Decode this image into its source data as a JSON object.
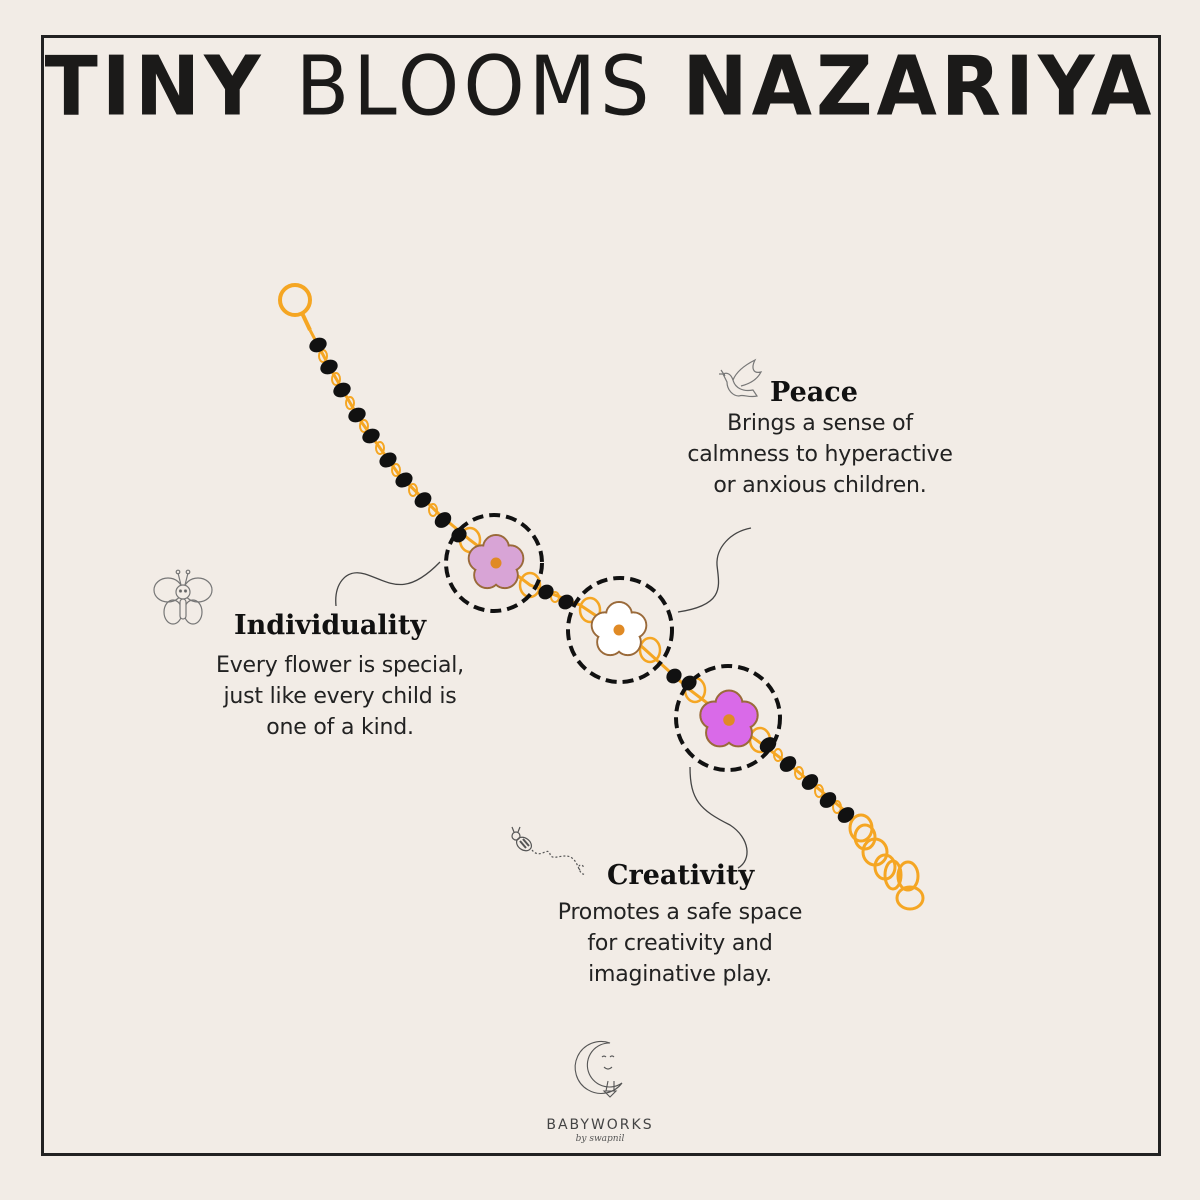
{
  "title": {
    "parts": [
      "TINY ",
      "BLOOMS ",
      "NAZARIYA"
    ],
    "full": "TINY BLOOMS NAZARIYA"
  },
  "colors": {
    "background": "#f2ece6",
    "frame": "#222222",
    "chain": "#f5a623",
    "bead": "#111111",
    "flower_pink": "#d8a4d6",
    "flower_white": "#ffffff",
    "flower_magenta": "#d96ae8",
    "flower_center": "#e08a25",
    "flower_outline": "#9a6a3a"
  },
  "features": [
    {
      "id": "peace",
      "icon": "dove-icon",
      "heading": "Peace",
      "lines": [
        "Brings a sense of",
        "calmness to hyperactive",
        "or anxious children."
      ]
    },
    {
      "id": "individuality",
      "icon": "butterfly-icon",
      "heading": "Individuality",
      "lines": [
        "Every flower is special,",
        "just like every child is",
        "one of a kind."
      ]
    },
    {
      "id": "creativity",
      "icon": "bee-icon",
      "heading": "Creativity",
      "lines": [
        "Promotes a safe space",
        "for creativity and",
        "imaginative play."
      ]
    }
  ],
  "bracelet": {
    "flowers": [
      {
        "name": "pink-flower",
        "color": "#d8a4d6"
      },
      {
        "name": "white-flower",
        "color": "#ffffff"
      },
      {
        "name": "magenta-flower",
        "color": "#d96ae8"
      }
    ]
  },
  "brand": {
    "name": "BABYWORKS",
    "tagline": "by swapnil",
    "icon": "moon-logo-icon"
  }
}
